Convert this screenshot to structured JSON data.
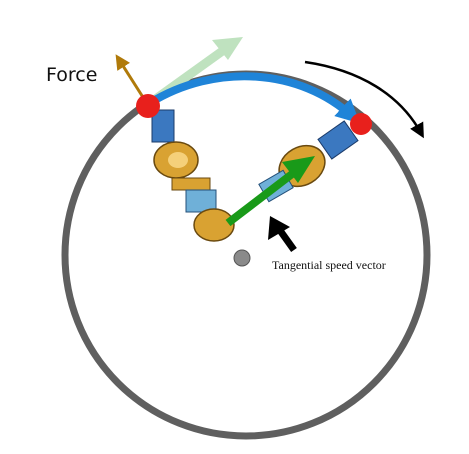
{
  "labels": {
    "force": "Force",
    "tangential_speed_vector": "Tangential speed vector"
  },
  "colors": {
    "circle": "#5f5f5f",
    "mass": "#e8201c",
    "hub": "#8a8a8a",
    "arc": "#1f84d8",
    "force_arrow": "#b07a0a",
    "speed_arrow": "#199a19",
    "faded_arrow": "#bfe2bf",
    "rotation_arrow": "#000000",
    "pointer_arrow": "#000000"
  },
  "icons": {
    "figure": "acrobat-figure"
  }
}
